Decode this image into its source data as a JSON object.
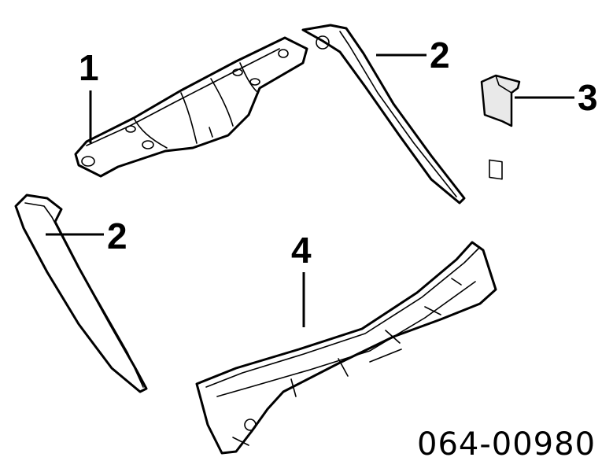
{
  "callouts": {
    "part1": "1",
    "part2_right": "2",
    "part3": "3",
    "part2_left": "2",
    "part4": "4"
  },
  "diagram_code": "064-00980"
}
